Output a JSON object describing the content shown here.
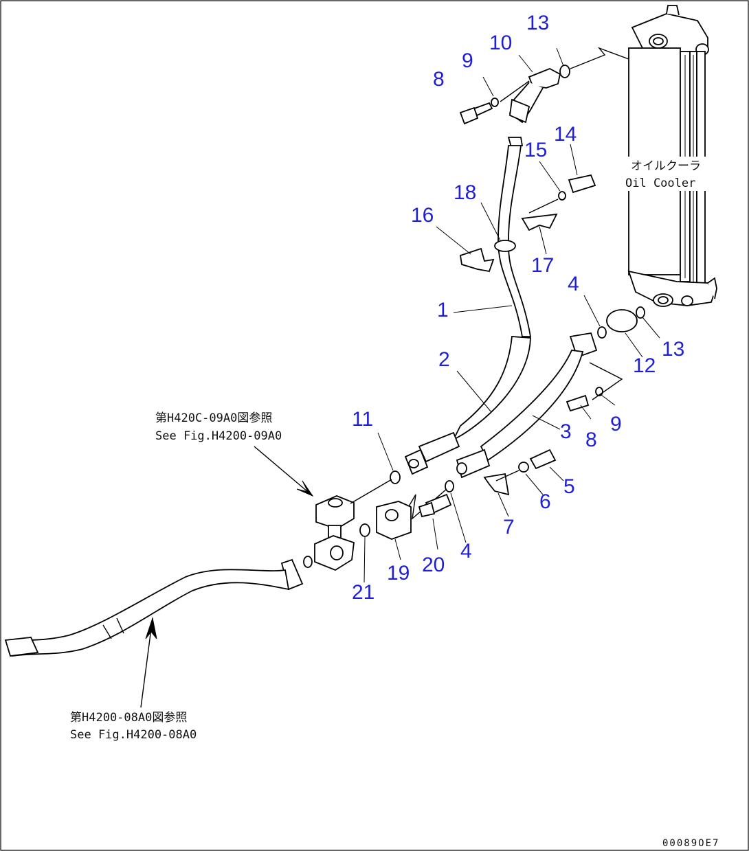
{
  "part_numbers": [
    "13",
    "10",
    "9",
    "8",
    "15",
    "14",
    "18",
    "16",
    "17",
    "1",
    "4",
    "13",
    "12",
    "2",
    "11",
    "3",
    "8",
    "9",
    "5",
    "6",
    "7",
    "4",
    "19",
    "20",
    "21"
  ],
  "references": {
    "oil_cooler_jp": "オイルクーラ",
    "oil_cooler_en": "Oil Cooler",
    "ref_upper_jp": "第H420C-09A0図参照",
    "ref_upper_en": "See Fig.H4200-09A0",
    "ref_lower_jp": "第H4200-08A0図参照",
    "ref_lower_en": "See Fig.H4200-08A0"
  },
  "drawing_code": "00089OE7"
}
